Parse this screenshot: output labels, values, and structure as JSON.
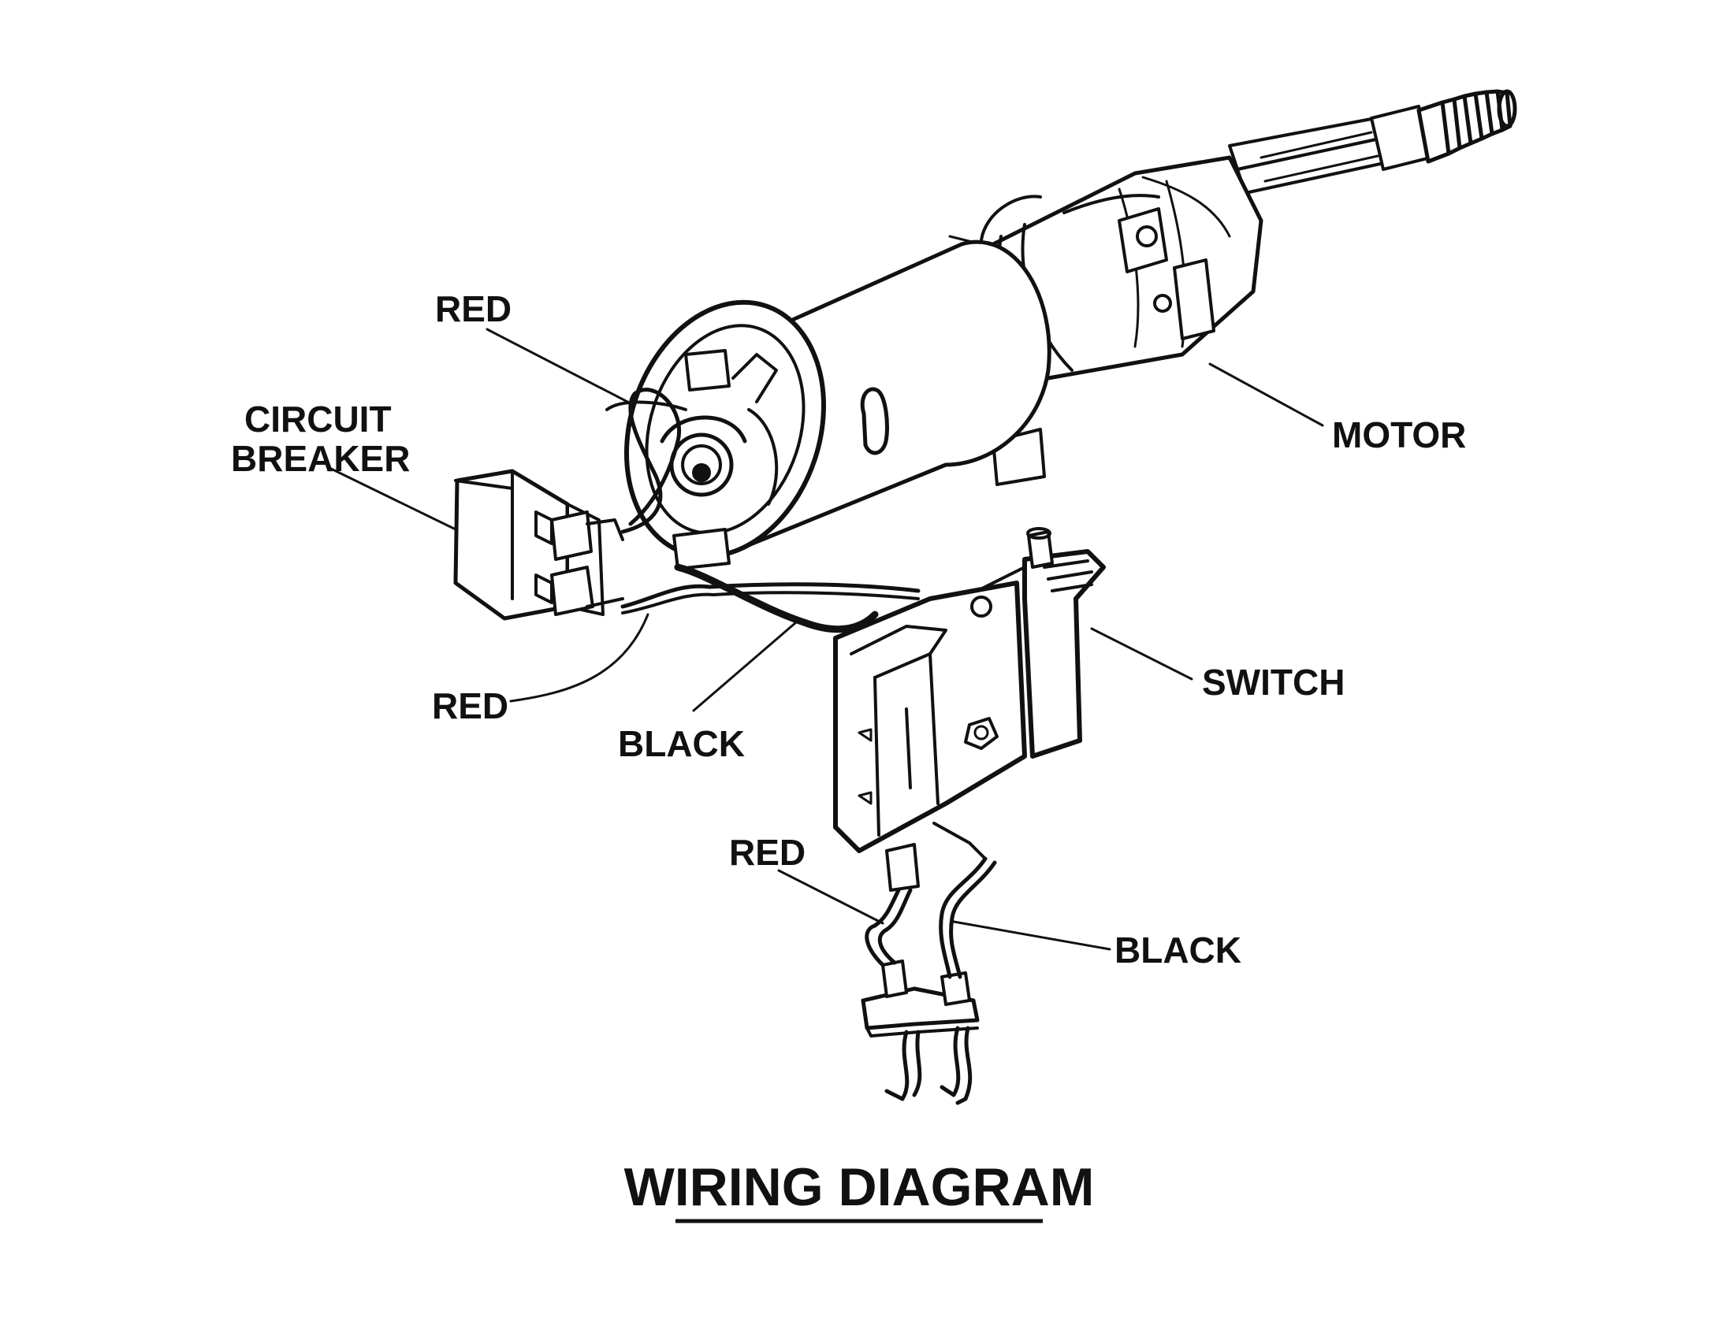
{
  "diagram": {
    "title": "WIRING DIAGRAM",
    "labels": {
      "red_top": "RED",
      "circuit_breaker_line1": "CIRCUIT",
      "circuit_breaker_line2": "BREAKER",
      "motor": "MOTOR",
      "red_left": "RED",
      "black_mid": "BLACK",
      "switch": "SWITCH",
      "red_bottom": "RED",
      "black_bottom": "BLACK"
    }
  }
}
